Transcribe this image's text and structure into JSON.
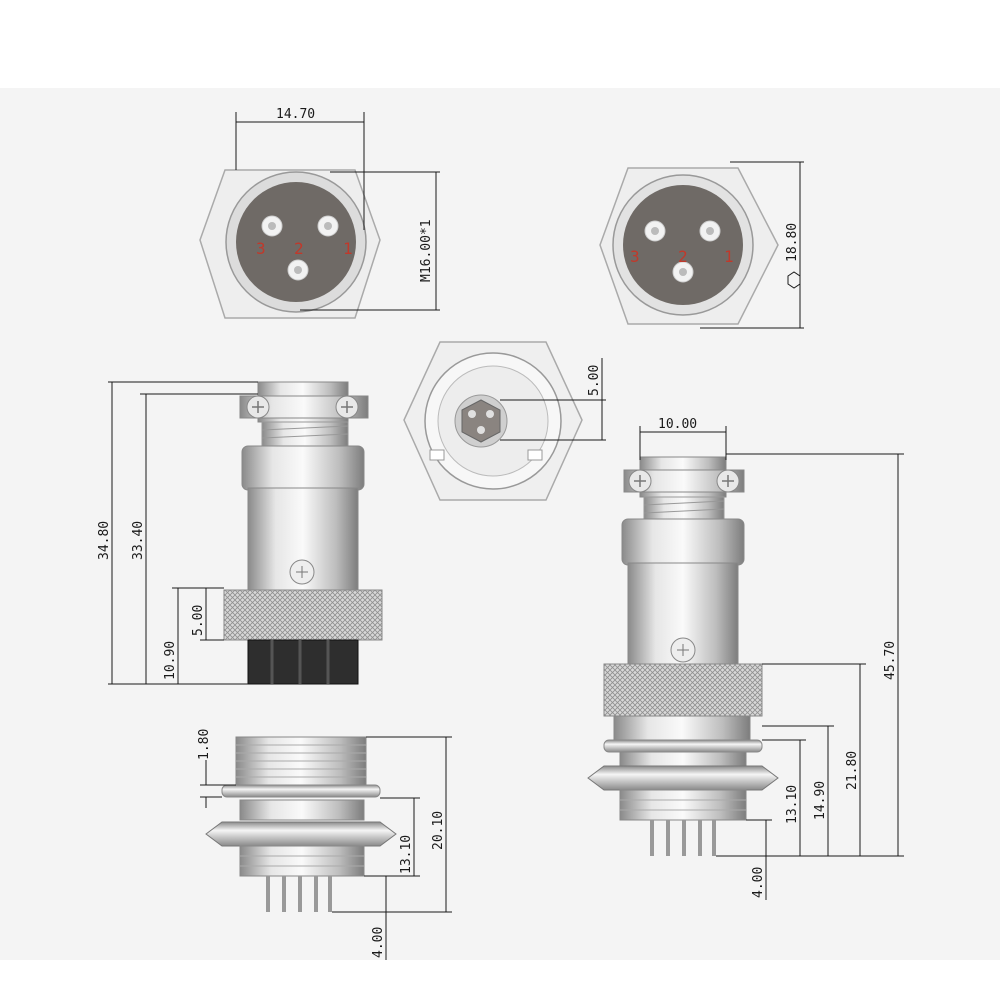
{
  "colors": {
    "background": "#ffffff",
    "panel": "#f3f3f3",
    "line": "#1a1a1a",
    "metal_light": "#f0f0f0",
    "metal_mid": "#c9c9c9",
    "metal_dark": "#8a8a8a",
    "insulator": "#6f6a66",
    "pin_label": "#c0392b"
  },
  "top_left_view": {
    "width_dim": "14.70",
    "thread_dim": "M16.00*1",
    "pin_labels": [
      "3",
      "2",
      "1"
    ]
  },
  "top_right_view": {
    "hex_dim": "18.80",
    "hex_symbol": "hexagon-icon",
    "pin_labels": [
      "3",
      "2",
      "1"
    ]
  },
  "top_center_view": {
    "offset_dim": "5.00"
  },
  "plug_view": {
    "overall_dim": "34.80",
    "body_dim": "33.40",
    "nut_dim": "10.90",
    "nut_width_dim": "5.00"
  },
  "socket_view": {
    "flange_dim": "1.80",
    "thread_dim": "13.10",
    "overall_dim": "20.10",
    "pin_dim": "4.00"
  },
  "assembled_view": {
    "width_dim": "10.00",
    "overall_dim": "45.70",
    "lower_dim": "21.80",
    "mid_dim": "14.90",
    "thread_dim": "13.10",
    "pin_dim": "4.00"
  }
}
